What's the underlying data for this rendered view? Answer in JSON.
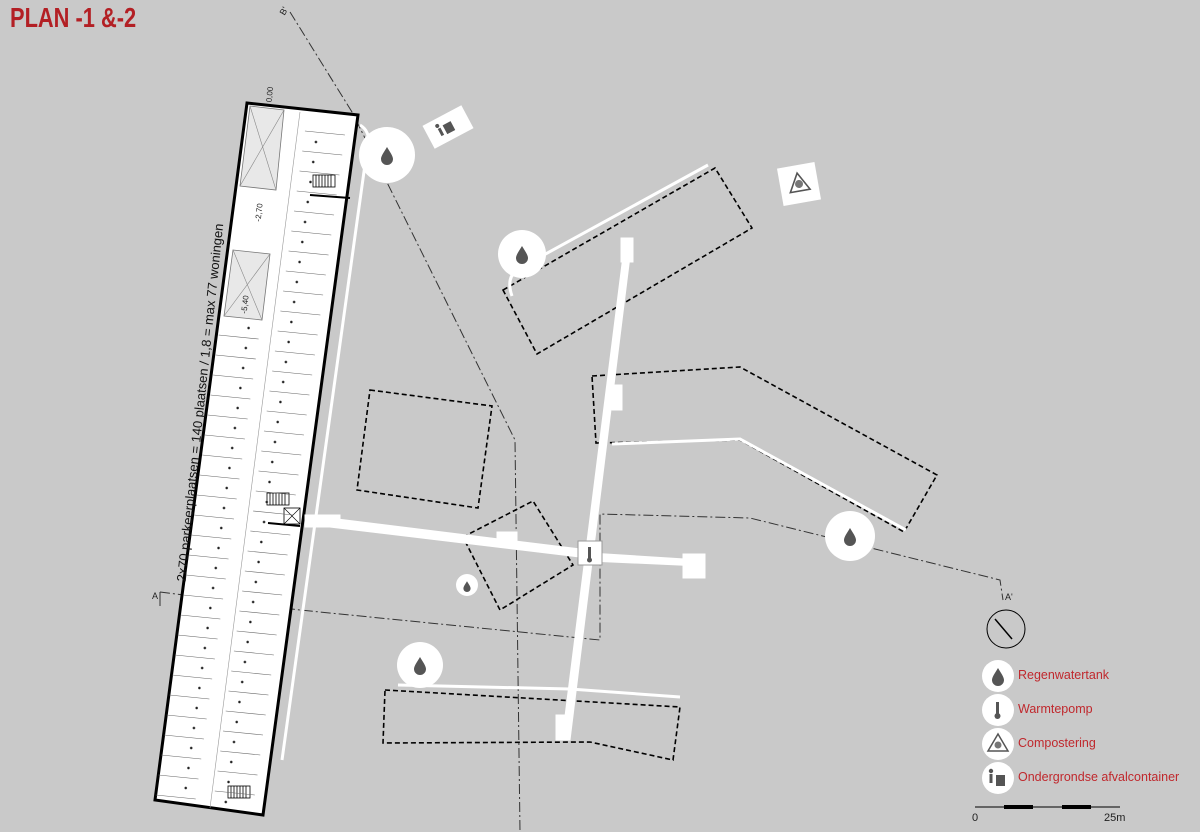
{
  "title": "PLAN -1 &-2",
  "colors": {
    "title": "#b31f24",
    "legend_text": "#c0282d",
    "background": "#c9c9c9",
    "building_fill": "#ffffff",
    "line": "#000000"
  },
  "parking_annotation": "2x70 parkeerplaatsen = 140 plaatsen / 1,8 = max 77 woningen",
  "level_labels": [
    "0,00",
    "-2,70",
    "-5,40"
  ],
  "section_labels": {
    "a_start": "A",
    "a_end": "A'",
    "b_start": "B'"
  },
  "legend": [
    {
      "icon": "water-drop-icon",
      "label": "Regenwatertank"
    },
    {
      "icon": "heat-pump-icon",
      "label": "Warmtepomp"
    },
    {
      "icon": "compost-recycle-icon",
      "label": "Compostering"
    },
    {
      "icon": "waste-bin-icon",
      "label": "Ondergrondse afvalcontainer"
    }
  ],
  "scale_bar": {
    "start": "0",
    "end": "25m"
  }
}
